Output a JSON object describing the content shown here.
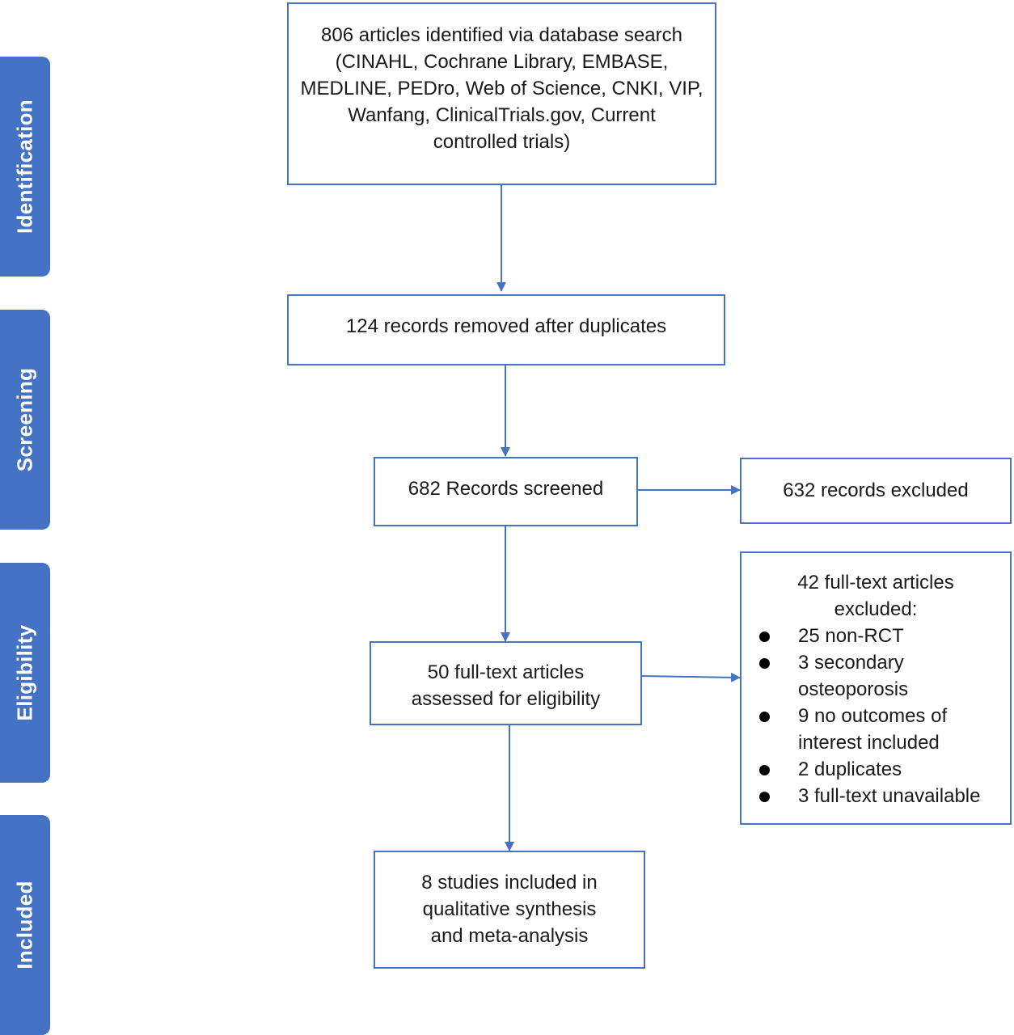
{
  "phases": {
    "identification": "Identification",
    "screening": "Screening",
    "eligibility": "Eligibility",
    "included": "Included"
  },
  "boxes": {
    "database_search": [
      "806 articles identified via database search",
      "(CINAHL, Cochrane Library, EMBASE,",
      "MEDLINE, PEDro, Web of Science, CNKI, VIP,",
      "Wanfang, ClinicalTrials.gov, Current",
      "controlled trials)"
    ],
    "duplicates_removed": "124 records removed after duplicates",
    "records_screened": "682 Records screened",
    "records_excluded": "632 records excluded",
    "fulltext_assessed": [
      "50 full-text articles",
      "assessed for eligibility"
    ],
    "fulltext_excluded": {
      "title": [
        "42 full-text articles",
        "excluded:"
      ],
      "items": [
        [
          "25 non-RCT"
        ],
        [
          "3 secondary",
          "osteoporosis"
        ],
        [
          "9 no outcomes of",
          "interest included"
        ],
        [
          "2 duplicates"
        ],
        [
          "3 full-text unavailable"
        ]
      ]
    },
    "included_studies": [
      "8 studies included in",
      "qualitative synthesis",
      "and meta-analysis"
    ]
  },
  "colors": {
    "accent": "#4472c4",
    "text": "#1a1a1a",
    "bullet": "#000000"
  }
}
